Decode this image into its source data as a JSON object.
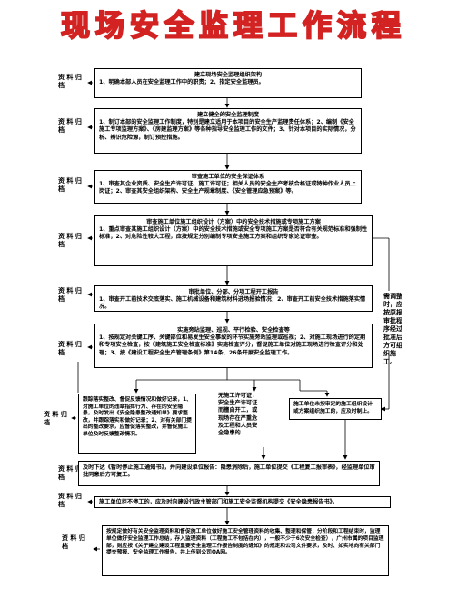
{
  "title": [
    "现",
    "场",
    "安",
    "全",
    "监",
    "理",
    "工",
    "作",
    "流",
    "程"
  ],
  "side_label": "资 料 归 档",
  "steps": [
    {
      "head": "建立现场安全监理组织架构",
      "body": "1、明确本部人员在安全监理工作中的职责；2、指定安全监理员。"
    },
    {
      "head": "建立健全的安全监理制度",
      "body": "1、制订本部的安全监理工作制度，特别是建立适用于本项目的安全生产监理责任体系；2、编制《安全施工专项监理方案》、《房建监理方案》等各种指导安全监理工作的文件；3、针对本项目的实际情况，分析、辨识危险源，制订预控措施。"
    },
    {
      "head": "审查施工单位的安全保证体系",
      "body": "1、审查其企业资质、安全生产许可证、施工许可证；相关人员的安全生产考核合格证或特种作业人员上岗证；2、审查其安全组织架构、安全生产规章制度、《安全管理应急预案》等。"
    },
    {
      "head": "审查施工单位施工组织设计（方案）中的安全技术措施或专项施工方案",
      "body": "1、重点审查其施工组织设计（方案）中的安全技术措施或安全专项施工方案是否符合有关规范标准和强制性标准；2、对危险性较大工程，应按规定分别编制专项安全施工方案和组织专家论证审查。"
    },
    {
      "head": "审批单位、分部、分项工程开工报告",
      "body": "1、审查开工前技术交底落实、施工机械设备和建筑材料进场报验情况；2、审查开工前安全技术措施落实情况。"
    },
    {
      "head": "实施旁站监理、巡视、平行检验、安全检查等",
      "body": "1、按规定对关键工序、关键部位和易发生安全事故的环节实施旁站监理或巡视；2、对施工现场进行的定期和专项安全检查，按《建筑施工安全检查标准》实施检查评分，督促施工单位对施工现场进行检查评分和处理；3、按《建设工程安全生产管理条例》第14条、26条开展安全监理工作。"
    }
  ],
  "right_box": "需调整时，应按原报审批程序经过批准后方可组织施工。",
  "left_box": "跟踪落实整改、督促反馈情况和做好记录，1、对施工单位的违章指挥行为、存在的安全隐患，及时发出《安全隐患整改通知单》要求整改，并跟踪落实和做好记录；2、对有关部门提出的整改要求，应督促落实整改，并督促施工单位及时反馈整改情况。",
  "mid_note": "无施工许可证，安全生产许可证而擅自开工，或现场存在严重危及工程和人员安全隐患的",
  "mid_right_box": "施工单位未按审定的施工组织设计或方案组织施工的，应及时制止。",
  "stop_box": "及时下达《暂时停止施工通知书》，并向建设单位报告：隐患消除后，施工单位提交《工程复工报审表》，经监理单位审批同意后方可复工。",
  "report_box": "施工单位拒不停工的，应及时向建设行政主管部门和施工安全监督机构提交《安全隐患报告书》。",
  "final_box": "按规定做好有关安全监理资料和督促施工单位做好施工安全管理资料的收集、整理和保管；分阶段和工程结束时，监理单位做好安全监理工作总结，存入监理资料（工程施工不包括在内），一般不少于6次安全检查），广州市属的项目监理部，则应按《关于建立建设工程重要安全监理工作报告制度的通知》的规定和公司文件要求，及时、如实地向有关部门提交预报、安全监理工作报告，并上传到公司OA网。"
}
